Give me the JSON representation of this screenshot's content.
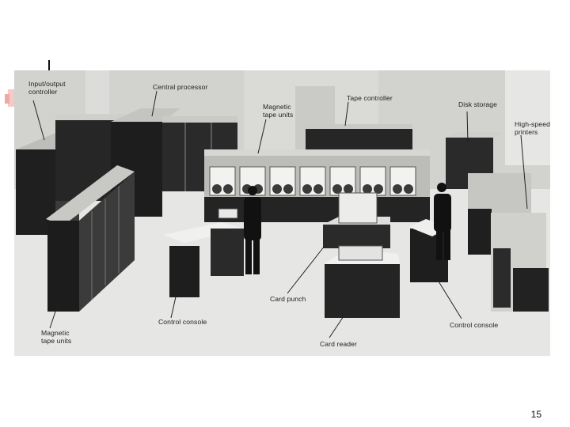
{
  "photo": {
    "callouts": {
      "io_controller": "Input/output\ncontroller",
      "central_processor": "Central processor",
      "magnetic_tape_top": "Magnetic\ntape units",
      "tape_controller": "Tape controller",
      "disk_storage": "Disk storage",
      "printers": "High-speed\nprinters",
      "card_punch": "Card punch",
      "control_console_left": "Control console",
      "control_console_right": "Control console",
      "card_reader": "Card reader",
      "magnetic_tape_bottom": "Magnetic\ntape units"
    }
  },
  "footer": {
    "slide_number": "15"
  },
  "colors": {
    "background": "#ffffff",
    "photo_floor": "#e4e4e2",
    "cabinet_dark": "#1e1e1e",
    "cabinet_light": "#cfcfcc"
  }
}
